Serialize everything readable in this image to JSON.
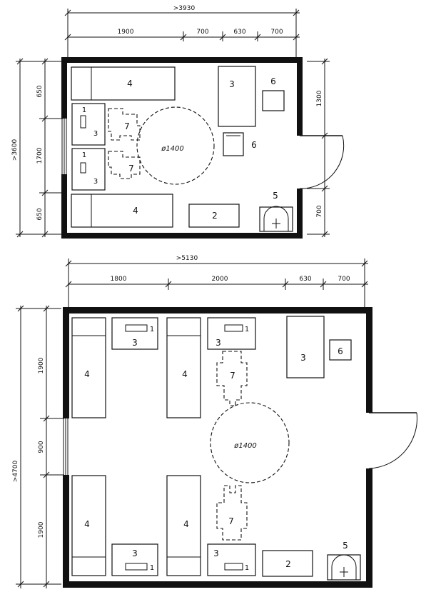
{
  "plan_top": {
    "dims": {
      "total_width": ">3930",
      "w1": "1900",
      "w2": "700",
      "w3": "630",
      "w4": "700",
      "total_height": ">3600",
      "h1": "650",
      "h2": "1700",
      "h3": "650",
      "door_r1": "1300",
      "door_r2": "700"
    },
    "labels": {
      "bed_top": "4",
      "bed_bottom": "4",
      "table_3": "3",
      "item_6_top": "6",
      "chair_6": "6",
      "item_2": "2",
      "item_5": "5",
      "nightstand_1a": "1",
      "nightstand_3a": "3",
      "nightstand_1b": "1",
      "nightstand_3b": "3",
      "chair_7a": "7",
      "chair_7b": "7",
      "circle": "ø1400"
    }
  },
  "plan_bottom": {
    "dims": {
      "total_width": ">5130",
      "w1": "1800",
      "w2": "2000",
      "w3": "630",
      "w4": "700",
      "total_height": ">4700",
      "h1": "1900",
      "h2": "900",
      "h3": "1900"
    },
    "labels": {
      "bed_tl": "4",
      "bed_tm": "4",
      "bed_bl": "4",
      "bed_bm": "4",
      "desk_3_tl": "3",
      "desk_1_tl": "1",
      "desk_3_tm": "3",
      "desk_1_tm": "1",
      "table_3_right": "3",
      "item_6": "6",
      "chair_7_top": "7",
      "chair_7_bottom": "7",
      "desk_3_bl": "3",
      "desk_1_bl": "1",
      "desk_3_bm": "3",
      "desk_1_bm": "1",
      "item_2": "2",
      "item_5": "5",
      "circle": "ø1400"
    }
  }
}
